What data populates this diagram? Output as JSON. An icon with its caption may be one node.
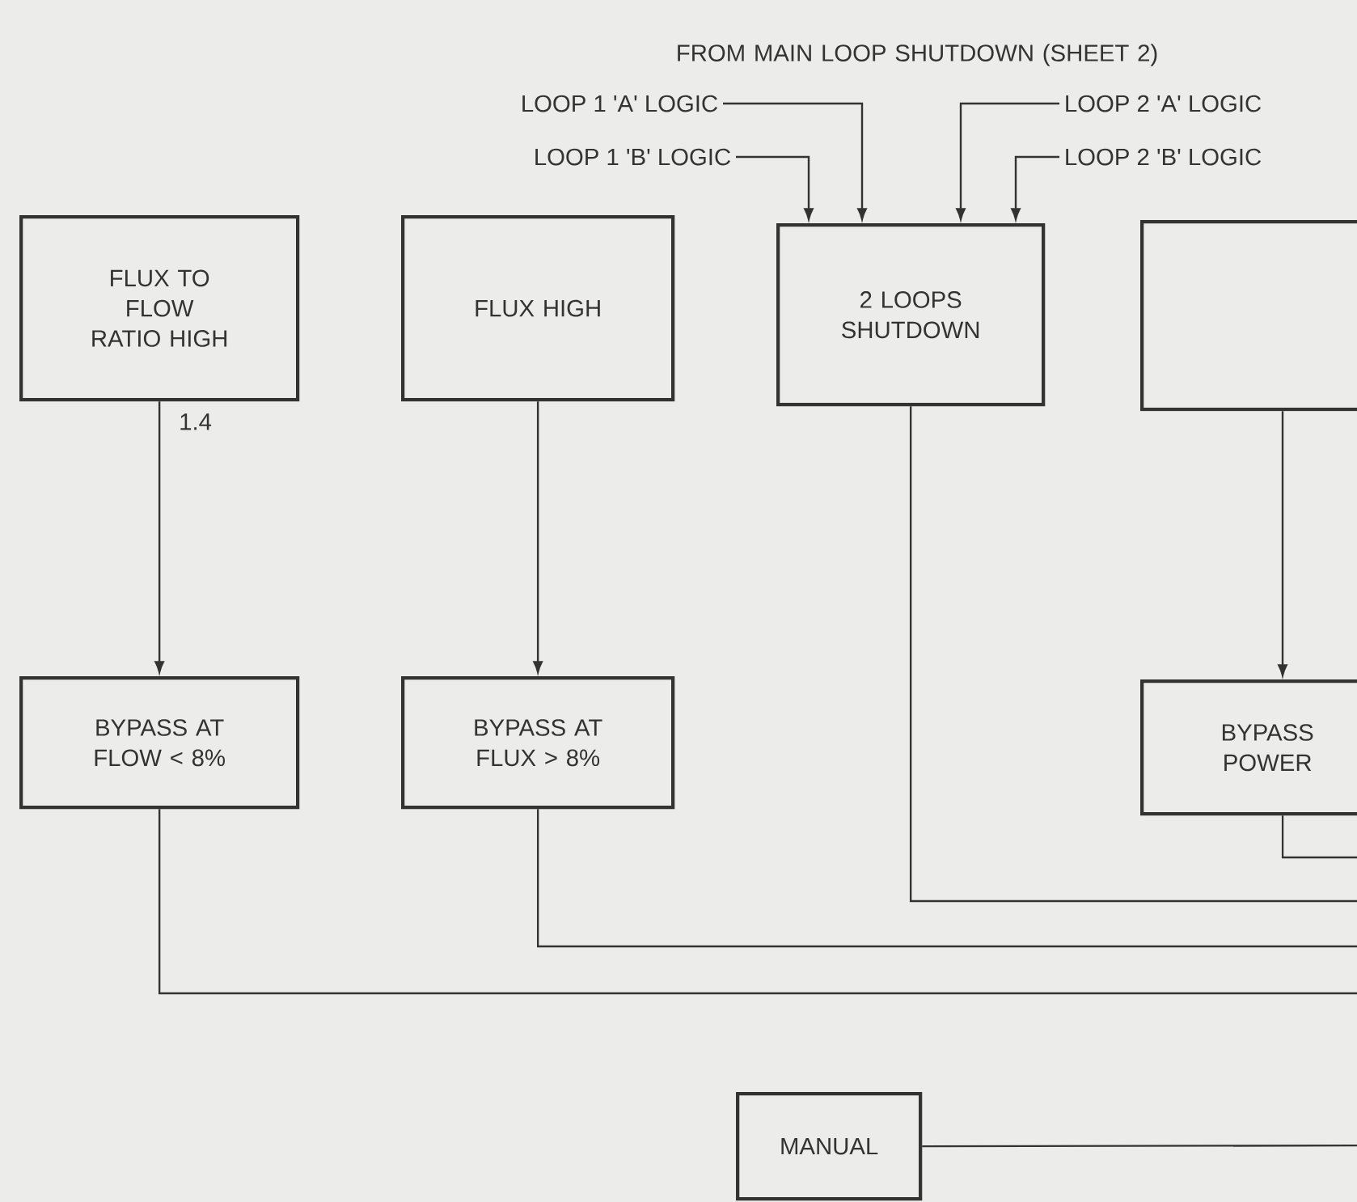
{
  "diagram": {
    "nodes": [
      {
        "text": [
          "FLUX TO FLOW RATIO HIGH"
        ],
        "beside": [
          "1.4"
        ]
      },
      {
        "text": [
          "FLUX HIGH"
        ]
      },
      {
        "text": [
          "2 LOOPS SHUTDOWN"
        ]
      },
      {
        "text": [],
        "shape": "box"
      },
      {
        "text": [
          "BYPASS AT FLOW < 8%"
        ]
      },
      {
        "text": [
          "BYPASS AT FLUX > 8%"
        ]
      },
      {
        "text": [
          "BYPASS POWER"
        ]
      },
      {
        "text": [
          "MANUAL"
        ]
      },
      {
        "text": [
          "LOOP 1 'A' LOGIC"
        ]
      },
      {
        "text": [
          "LOOP 1 'B' LOGIC"
        ]
      },
      {
        "text": [
          "LOOP 2 'A' LOGIC"
        ]
      },
      {
        "text": [
          "LOOP 2 'B' LOGIC"
        ]
      }
    ],
    "edges": [
      {
        "from": 0,
        "to": 4,
        "arrow": "to"
      },
      {
        "from": 1,
        "to": 5,
        "arrow": "to"
      },
      {
        "from": 3,
        "to": 6,
        "arrow": "to"
      },
      {
        "from": 8,
        "to": 2,
        "arrow": "to"
      },
      {
        "from": 9,
        "to": 2,
        "arrow": "to"
      },
      {
        "from": 10,
        "to": 2,
        "arrow": "to"
      },
      {
        "from": 11,
        "to": 2,
        "arrow": "to"
      },
      {
        "from": 2,
        "to": null,
        "arrow": "none"
      },
      {
        "from": 5,
        "to": null,
        "arrow": "none"
      },
      {
        "from": 4,
        "to": null,
        "arrow": "none"
      },
      {
        "from": 6,
        "to": null,
        "arrow": "none"
      },
      {
        "from": 7,
        "to": null,
        "arrow": "none"
      }
    ],
    "labels": [
      "FROM MAIN LOOP SHUTDOWN (SHEET 2)"
    ]
  }
}
